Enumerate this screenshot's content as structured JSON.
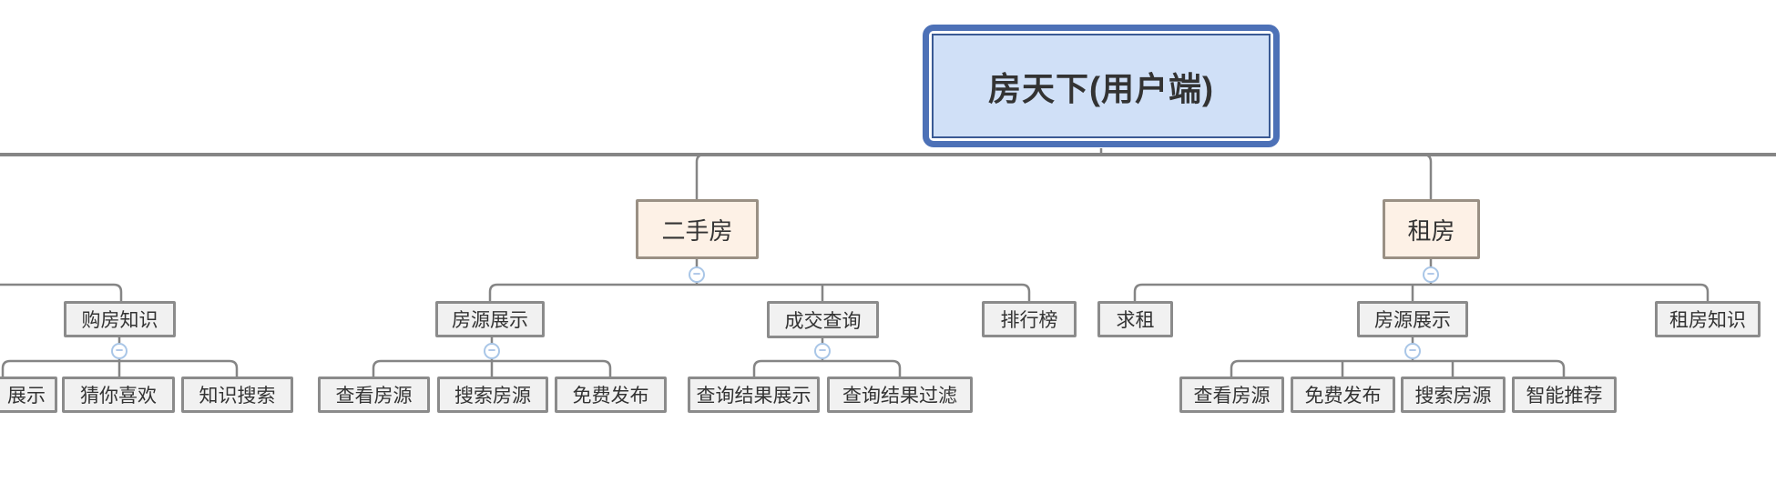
{
  "diagram": {
    "title_node": "房天下(用户端)",
    "type": "mindmap-org-chart",
    "tree": {
      "id": "root",
      "children_visible": [
        "ershoufang",
        "zufang"
      ],
      "note": "additional first-level branches extend off-screen left and right along the top bus line"
    }
  },
  "nodes": {
    "root": {
      "label": "房天下(用户端)",
      "level": 0,
      "children": [
        "ershoufang",
        "zufang"
      ]
    },
    "ershoufang": {
      "label": "二手房",
      "level": 1,
      "collapse_icon": true,
      "children": [
        "fangyuanzhanshi_esf",
        "chengjiaochaxun",
        "paihangbang"
      ]
    },
    "zufang": {
      "label": "租房",
      "level": 1,
      "collapse_icon": true,
      "children": [
        "qiuzu",
        "fangyuanzhanshi_zf",
        "zufangzhishi"
      ]
    },
    "goufangzhishi": {
      "label": "购房知识",
      "level": 2,
      "collapse_icon": true,
      "children": [
        "zhanshi",
        "cainixihuan",
        "zhishisousuo"
      ]
    },
    "zhanshi": {
      "label": "展示",
      "level": 3,
      "clipped": "left edge of screen"
    },
    "cainixihuan": {
      "label": "猜你喜欢",
      "level": 3
    },
    "zhishisousuo": {
      "label": "知识搜索",
      "level": 3
    },
    "fangyuanzhanshi_esf": {
      "label": "房源展示",
      "level": 2,
      "collapse_icon": true,
      "children": [
        "chakanfangyuan_esf",
        "sousuofangyuan_esf",
        "mianfeifabu_esf"
      ]
    },
    "chengjiaochaxun": {
      "label": "成交查询",
      "level": 2,
      "collapse_icon": true,
      "children": [
        "chaxunjieguozhanshi",
        "chaxunjieguoguolv"
      ]
    },
    "paihangbang": {
      "label": "排行榜",
      "level": 2
    },
    "chakanfangyuan_esf": {
      "label": "查看房源",
      "level": 3
    },
    "sousuofangyuan_esf": {
      "label": "搜索房源",
      "level": 3
    },
    "mianfeifabu_esf": {
      "label": "免费发布",
      "level": 3
    },
    "chaxunjieguozhanshi": {
      "label": "查询结果展示",
      "level": 3
    },
    "chaxunjieguoguolv": {
      "label": "查询结果过滤",
      "level": 3
    },
    "qiuzu": {
      "label": "求租",
      "level": 2
    },
    "fangyuanzhanshi_zf": {
      "label": "房源展示",
      "level": 2,
      "collapse_icon": true,
      "children": [
        "chakanfangyuan_zf",
        "mianfeifabu_zf",
        "sousuofangyuan_zf",
        "zhinengtuijian"
      ]
    },
    "zufangzhishi": {
      "label": "租房知识",
      "level": 2
    },
    "chakanfangyuan_zf": {
      "label": "查看房源",
      "level": 3
    },
    "mianfeifabu_zf": {
      "label": "免费发布",
      "level": 3
    },
    "sousuofangyuan_zf": {
      "label": "搜索房源",
      "level": 3
    },
    "zhinengtuijian": {
      "label": "智能推荐",
      "level": 3
    }
  },
  "icons": {
    "collapse_glyph": "−"
  },
  "colors": {
    "root_border": "#4d71b7",
    "root_inner_border": "#3a5a94",
    "root_fill": "#d0e0f7",
    "branch_fill": "#fdf1e6",
    "branch_border": "#9a9084",
    "node_fill": "#f1f1f1",
    "node_border": "#8b8b8b",
    "connector": "#858585",
    "collapse_ring": "#a9c6e7",
    "collapse_minus": "#6f9bd6"
  }
}
